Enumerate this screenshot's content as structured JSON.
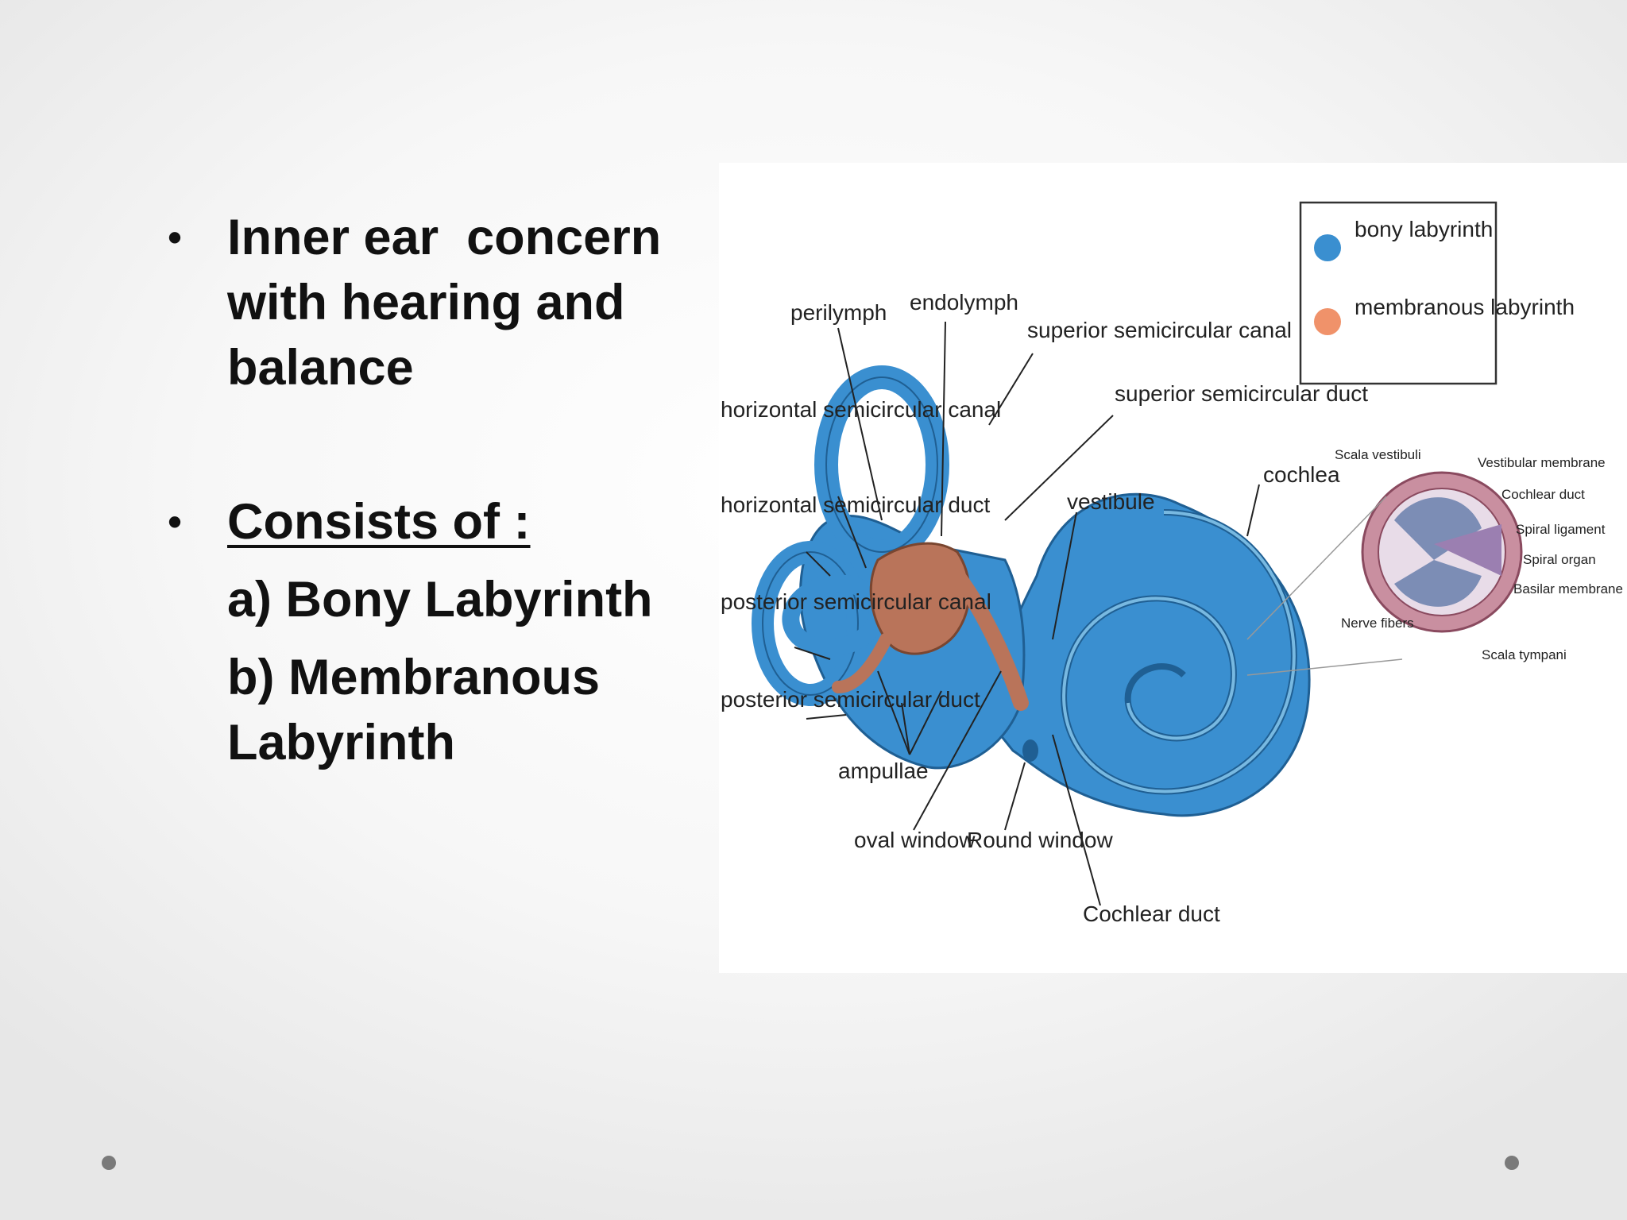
{
  "bullets": {
    "item1": "Inner ear  concern with hearing and balance",
    "item2": "Consists of :",
    "sub_a": "a) Bony Labyrinth",
    "sub_b": "b) Membranous Labyrinth",
    "bullet_glyph": "•"
  },
  "figure": {
    "legend": {
      "bony": "bony labyrinth",
      "membranous": "membranous labyrinth",
      "bony_color": "#3a8fd0",
      "membranous_color": "#f0926a"
    },
    "labels": {
      "perilymph": "perilymph",
      "endolymph": "endolymph",
      "superior_canal": "superior semicircular canal",
      "superior_duct": "superior semicircular duct",
      "horizontal_canal": "horizontal semicircular canal",
      "horizontal_duct": "horizontal semicircular duct",
      "posterior_canal": "posterior semicircular canal",
      "posterior_duct": "posterior semicircular duct",
      "vestibule": "vestibule",
      "cochlea": "cochlea",
      "ampullae": "ampullae",
      "oval_window": "oval window",
      "round_window": "Round window",
      "cochlear_duct": "Cochlear duct",
      "scala_vestibuli": "Scala vestibuli",
      "vestibular_membrane": "Vestibular membrane",
      "cochlear_duct_small": "Cochlear duct",
      "spiral_ligament": "Spiral ligament",
      "spiral_organ": "Spiral organ",
      "basilar_membrane": "Basilar membrane",
      "nerve_fibers": "Nerve fibers",
      "scala_tympani": "Scala tympani"
    }
  },
  "colors": {
    "bony_blue": "#3a8fd0",
    "bony_light": "#7cc0ec",
    "membranous_brown": "#b9745a",
    "section_pink": "#c98fa0"
  }
}
